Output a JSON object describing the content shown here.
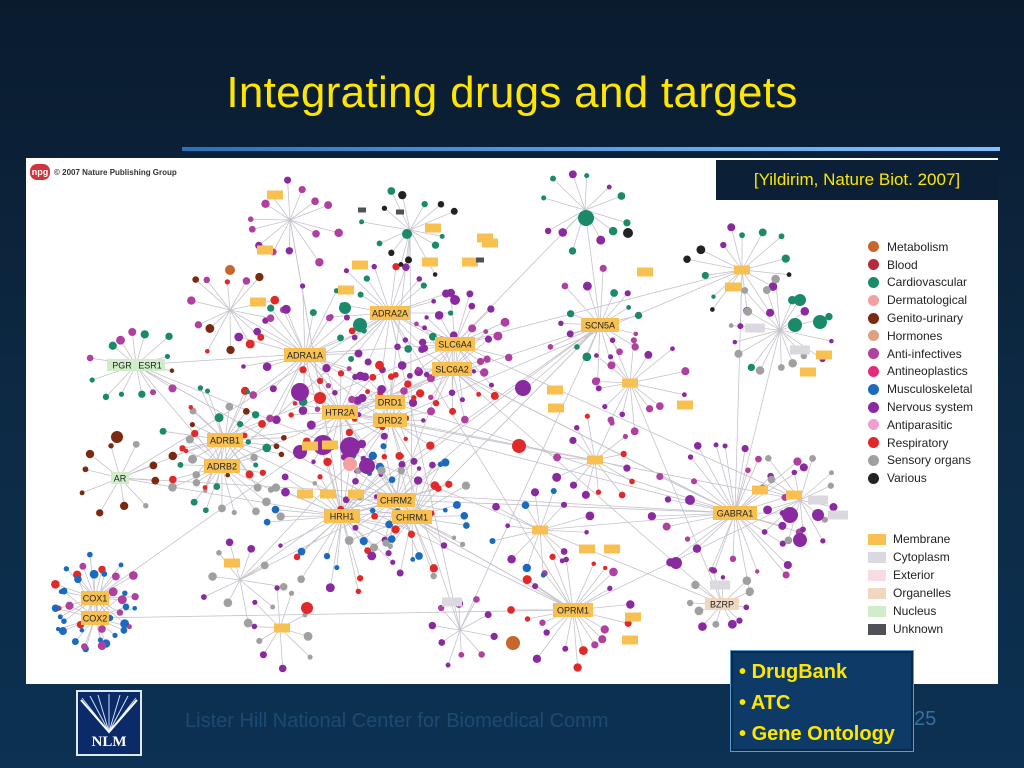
{
  "slide": {
    "title": "Integrating drugs and targets",
    "citation": "[Yildirim, Nature Biot. 2007]",
    "copyright": "© 2007 Nature Publishing Group",
    "publisher_logo": "npg",
    "footer": "Lister Hill National Center for Biomedical Comm",
    "page_number": "25",
    "logo_text": "NLM",
    "bullets": [
      "DrugBank",
      "ATC",
      "Gene Ontology"
    ]
  },
  "network": {
    "target_labels": [
      "ADRA2A",
      "ADRA1A",
      "SLC6A4",
      "SLC6A2",
      "SCN5A",
      "DRD1",
      "DRD2",
      "HTR2A",
      "ADRB1",
      "ADRB2",
      "CHRM2",
      "CHRM1",
      "HRH1",
      "GABRA1",
      "OPRM1",
      "BZRP",
      "COX1",
      "COX2",
      "PGR",
      "ESR1",
      "AR"
    ]
  },
  "legend": {
    "categories": [
      {
        "label": "Metabolism",
        "color": "#c8652a"
      },
      {
        "label": "Blood",
        "color": "#b22d3a"
      },
      {
        "label": "Cardiovascular",
        "color": "#1a8a6a"
      },
      {
        "label": "Dermatological",
        "color": "#f4a0a0"
      },
      {
        "label": "Genito-urinary",
        "color": "#7a2a10"
      },
      {
        "label": "Hormones",
        "color": "#e0a080"
      },
      {
        "label": "Anti-infectives",
        "color": "#b040a0"
      },
      {
        "label": "Antineoplastics",
        "color": "#e8287a"
      },
      {
        "label": "Musculoskeletal",
        "color": "#1a6ac0"
      },
      {
        "label": "Nervous system",
        "color": "#8a2aa0"
      },
      {
        "label": "Antiparasitic",
        "color": "#f0a0d0"
      },
      {
        "label": "Respiratory",
        "color": "#e02a2a"
      },
      {
        "label": "Sensory organs",
        "color": "#a0a0a0"
      },
      {
        "label": "Various",
        "color": "#222222"
      }
    ],
    "locations": [
      {
        "label": "Membrane",
        "color": "#f8c050"
      },
      {
        "label": "Cytoplasm",
        "color": "#dcd8e0"
      },
      {
        "label": "Exterior",
        "color": "#f8dce4"
      },
      {
        "label": "Organelles",
        "color": "#f0d8c0"
      },
      {
        "label": "Nucleus",
        "color": "#d0ecc8"
      },
      {
        "label": "Unknown",
        "color": "#505058"
      }
    ]
  }
}
